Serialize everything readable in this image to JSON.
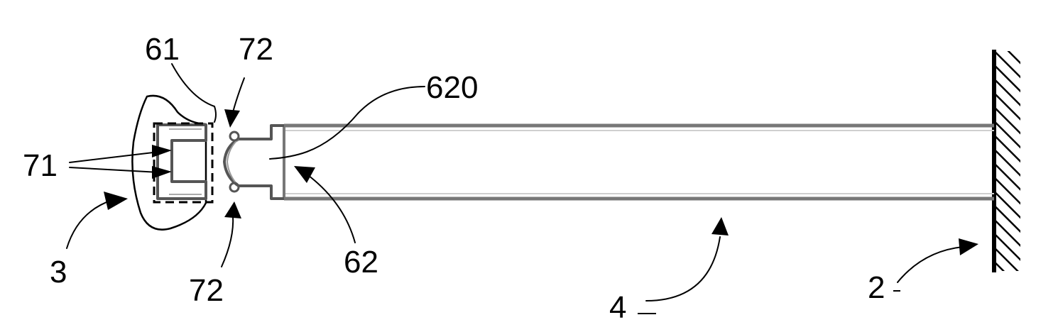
{
  "labels": {
    "l61": "61",
    "l72_top": "72",
    "l620": "620",
    "l71": "71",
    "l3": "3",
    "l72_bottom": "72",
    "l62": "62",
    "l4": "4",
    "l2": "2"
  }
}
